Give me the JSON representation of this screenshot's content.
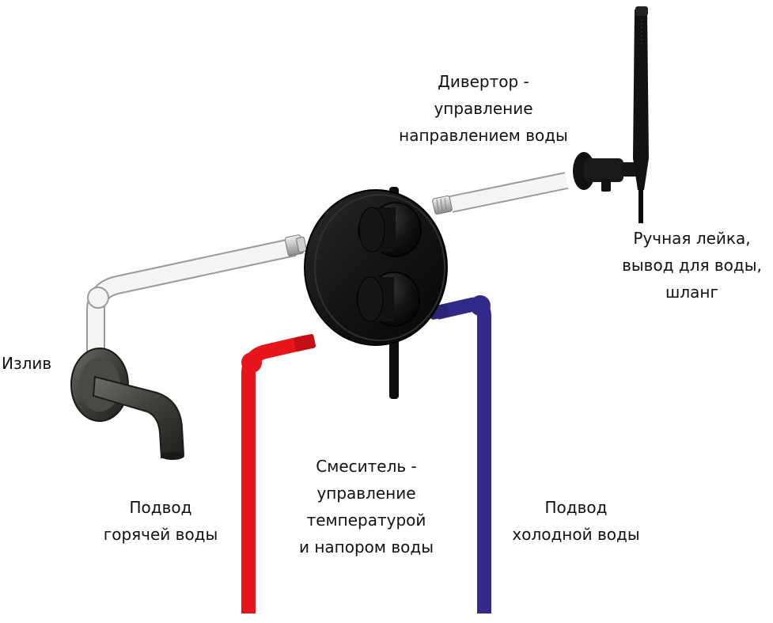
{
  "labels": {
    "spout": "Излив",
    "diverter": [
      "Дивертор -",
      "управление",
      "направлением воды"
    ],
    "hand_shower": [
      "Ручная лейка,",
      "вывод для воды,",
      "шланг"
    ],
    "hot_supply": [
      "Подвод",
      "горячей воды"
    ],
    "mixer": [
      "Смеситель -",
      "управление",
      "температурой",
      "и напором воды"
    ],
    "cold_supply": [
      "Подвод",
      "холодной воды"
    ]
  },
  "colors": {
    "hot_pipe": "#e8141b",
    "cold_pipe": "#322a8a",
    "white_pipe": "#f4f4f4",
    "pipe_outline": "#9a9a9a",
    "mixer_body": "#151515",
    "spout_body": "#3c3c38"
  }
}
